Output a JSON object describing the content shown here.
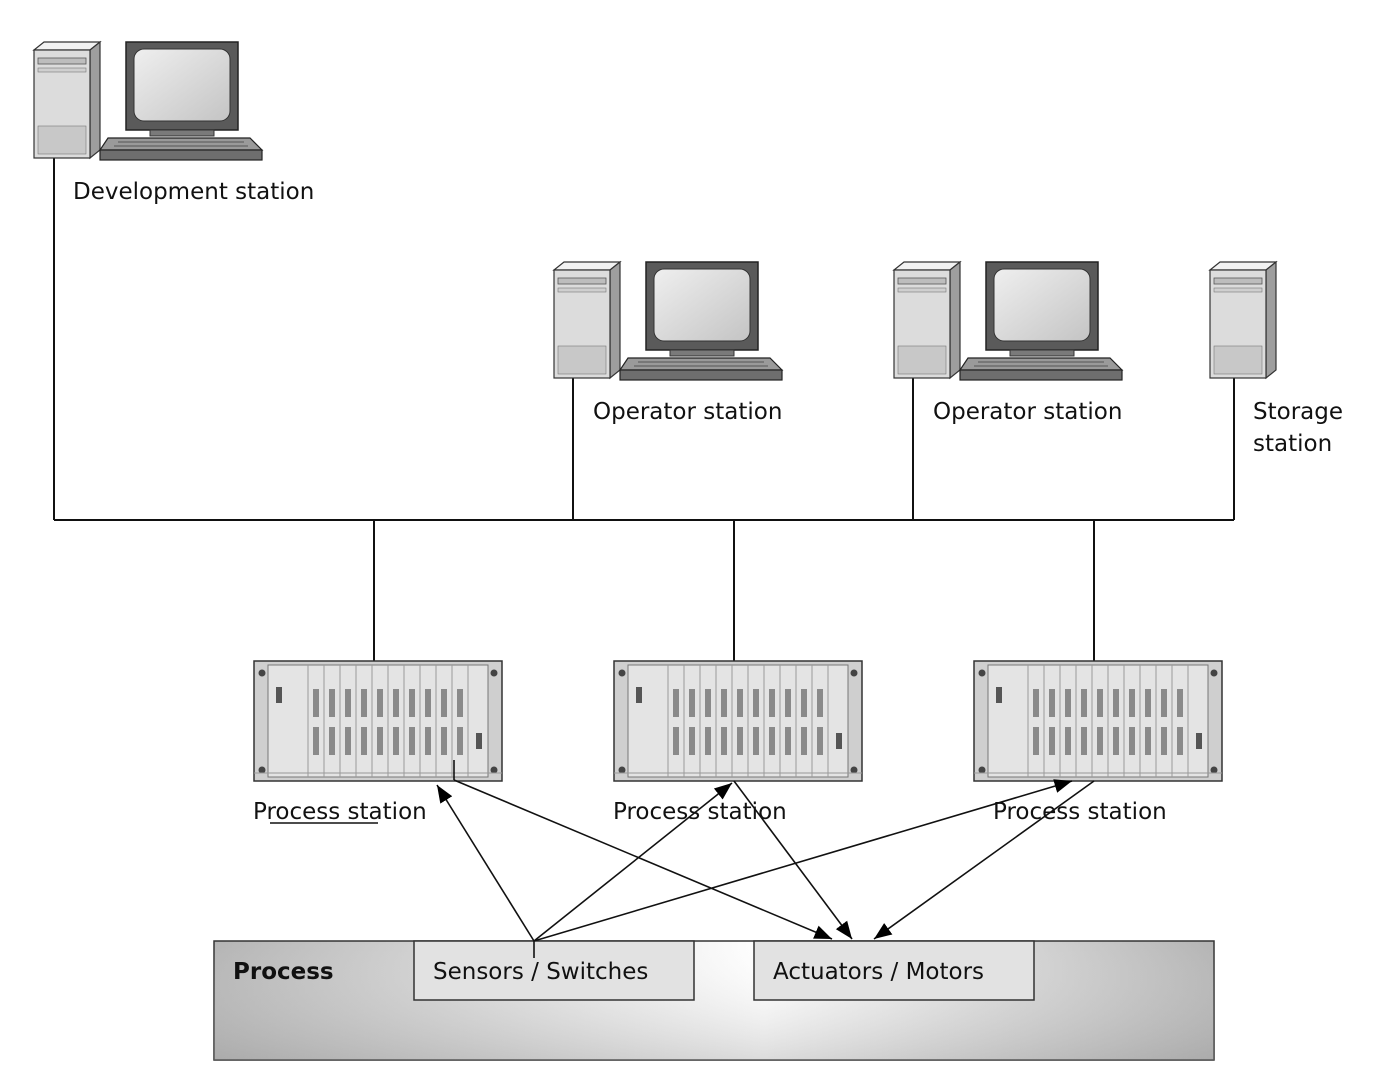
{
  "stations": {
    "development": "Development station",
    "operator_1": "Operator station",
    "operator_2": "Operator station",
    "storage_line1": "Storage",
    "storage_line2": "station",
    "process_1": "Process station",
    "process_2": "Process station",
    "process_3": "Process station"
  },
  "process": {
    "label": "Process",
    "sensors": "Sensors / Switches",
    "actuators": "Actuators / Motors"
  },
  "icons": {
    "workstation": "desktop-computer-icon",
    "server": "tower-server-icon",
    "rack": "rack-controller-icon"
  },
  "colors": {
    "line": "#111111",
    "device_light": "#e0e0e0",
    "device_mid": "#bdbdbd",
    "device_dark": "#6e6e6e",
    "process_gradient_edge": "#b4b4b4",
    "process_gradient_center": "#ffffff"
  }
}
